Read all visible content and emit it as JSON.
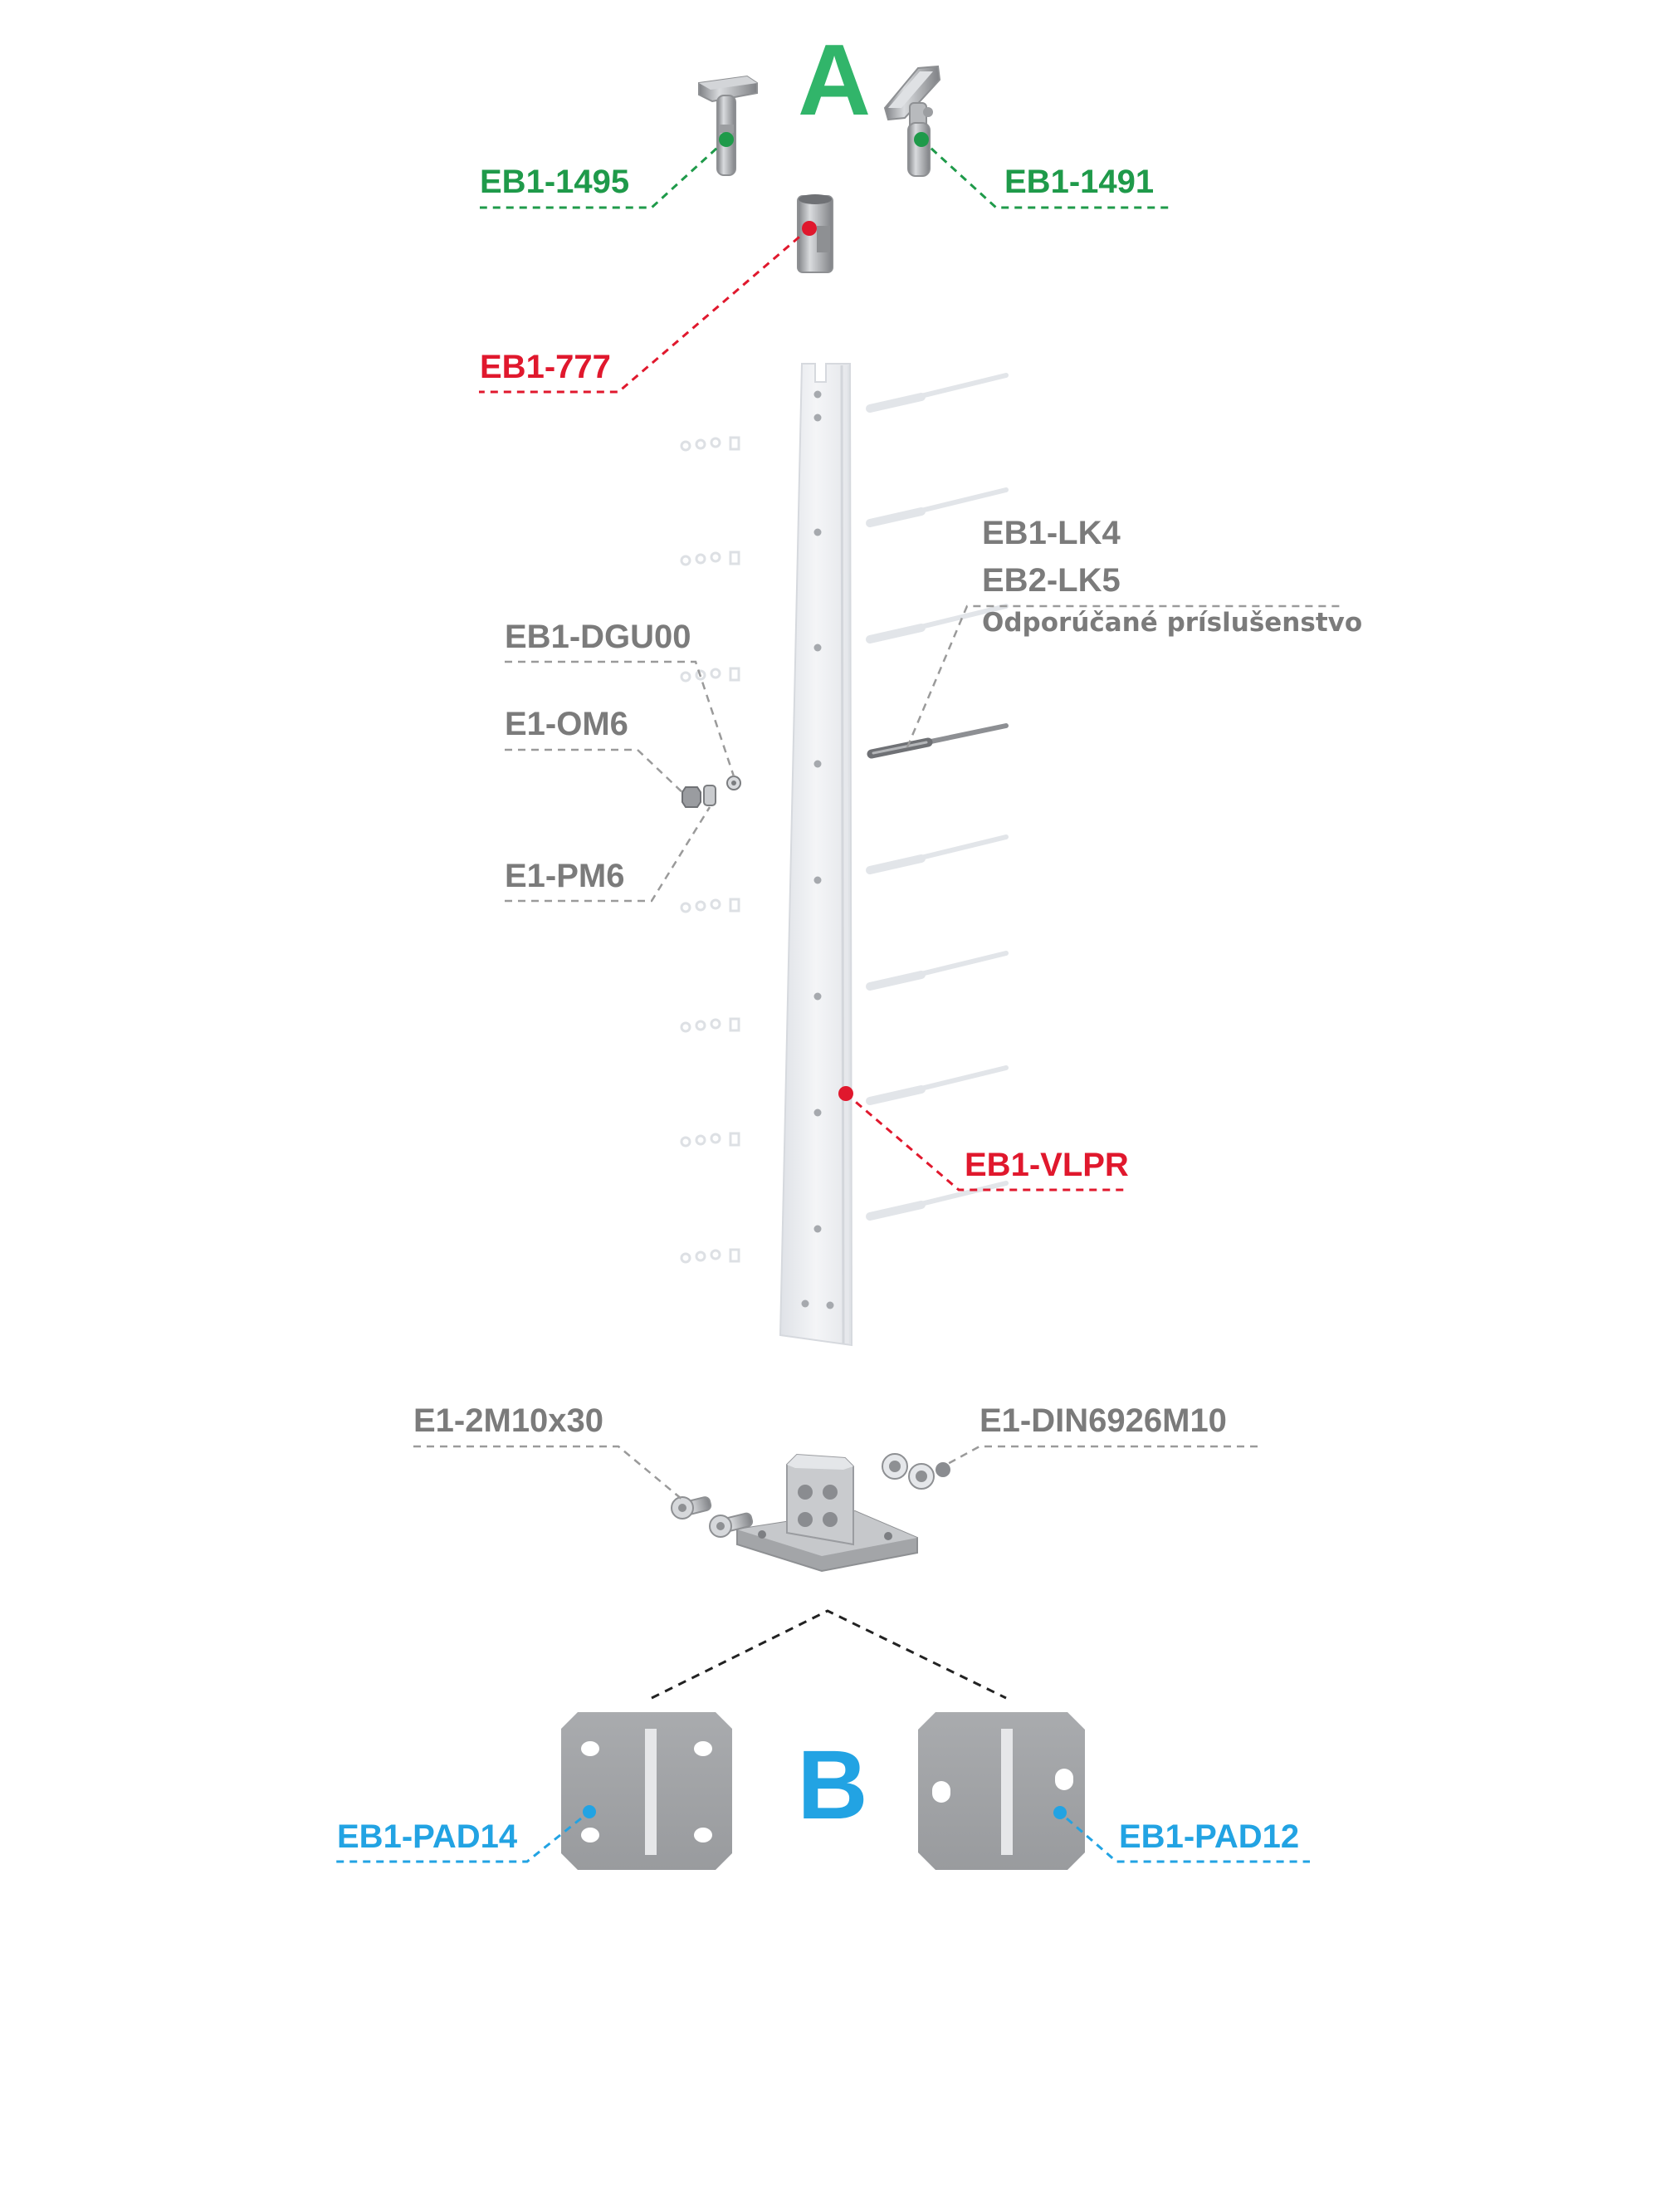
{
  "colors": {
    "green": "#1f9a4a",
    "red": "#e0182d",
    "blue": "#22a3e3",
    "gray": "#7b7b7b",
    "black": "#222222",
    "metal": "#a7a9ac",
    "metal_dark": "#8b8d90",
    "metal_light": "#d7d9dc",
    "post": "#eceef2"
  },
  "groups": {
    "a": "A",
    "b": "B"
  },
  "labels": {
    "eb1_1495": "EB1-1495",
    "eb1_1491": "EB1-1491",
    "eb1_777": "EB1-777",
    "eb1_lk4": "EB1-LK4",
    "eb2_lk5": "EB2-LK5",
    "recommended": "Odporúčané príslušenstvo",
    "eb1_dgu00": "EB1-DGU00",
    "e1_om6": "E1-OM6",
    "e1_pm6": "E1-PM6",
    "eb1_vlpr": "EB1-VLPR",
    "e1_2m10x30": "E1-2M10x30",
    "e1_din6926m10": "E1-DIN6926M10",
    "eb1_pad14": "EB1-PAD14",
    "eb1_pad12": "EB1-PAD12"
  },
  "icons": {
    "handrail_holder_fixed": "t-handrail-holder-icon",
    "handrail_holder_adjustable": "adjustable-handrail-holder-icon",
    "top_adapter": "post-top-adapter-icon",
    "post": "flat-bar-post-icon",
    "cable_tensioner": "cable-tensioner-icon",
    "cable_end": "cable-end-fitting-icon",
    "base_bracket": "base-bracket-icon",
    "bolt": "bolt-icon",
    "nut": "nut-icon",
    "base_plate_round_holes": "base-plate-round-holes-icon",
    "base_plate_slots": "base-plate-slotted-holes-icon"
  }
}
